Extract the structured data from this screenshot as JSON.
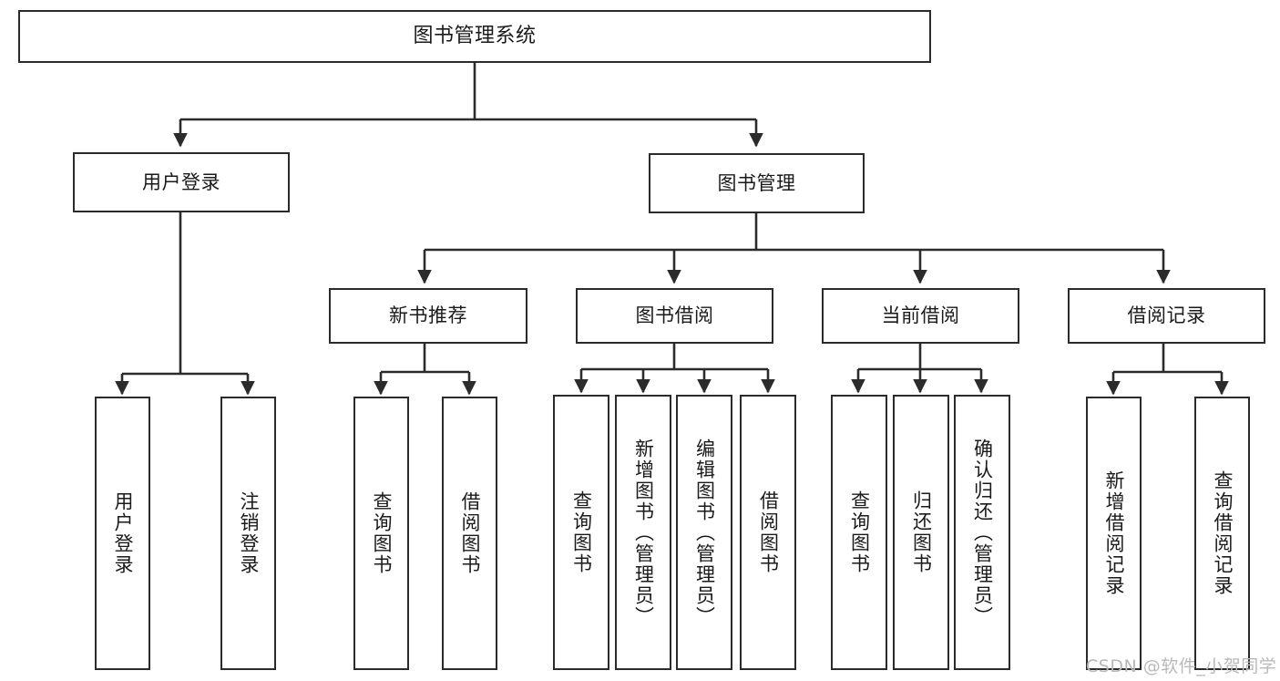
{
  "diagram": {
    "type": "tree-hierarchy",
    "title": "图书管理系统",
    "nodes": {
      "root": {
        "label": "图书管理系统"
      },
      "level2": [
        {
          "id": "user-login",
          "label": "用户登录"
        },
        {
          "id": "book-management",
          "label": "图书管理"
        }
      ],
      "level3": [
        {
          "id": "new-book-recommend",
          "label": "新书推荐"
        },
        {
          "id": "book-borrow",
          "label": "图书借阅"
        },
        {
          "id": "current-borrow",
          "label": "当前借阅"
        },
        {
          "id": "borrow-record",
          "label": "借阅记录"
        }
      ],
      "leaves": [
        {
          "id": "leaf-user-login",
          "label": "用户登录",
          "parent": "user-login"
        },
        {
          "id": "leaf-logout",
          "label": "注销登录",
          "parent": "user-login"
        },
        {
          "id": "leaf-query-book-1",
          "label": "查询图书",
          "parent": "new-book-recommend"
        },
        {
          "id": "leaf-borrow-book-1",
          "label": "借阅图书",
          "parent": "new-book-recommend"
        },
        {
          "id": "leaf-query-book-2",
          "label": "查询图书",
          "parent": "book-borrow"
        },
        {
          "id": "leaf-add-book",
          "label": "新增图书（管理员）",
          "parent": "book-borrow"
        },
        {
          "id": "leaf-edit-book",
          "label": "编辑图书（管理员）",
          "parent": "book-borrow"
        },
        {
          "id": "leaf-borrow-book-2",
          "label": "借阅图书",
          "parent": "book-borrow"
        },
        {
          "id": "leaf-query-book-3",
          "label": "查询图书",
          "parent": "current-borrow"
        },
        {
          "id": "leaf-return-book",
          "label": "归还图书",
          "parent": "current-borrow"
        },
        {
          "id": "leaf-confirm-return",
          "label": "确认归还（管理员）",
          "parent": "current-borrow"
        },
        {
          "id": "leaf-add-record",
          "label": "新增借阅记录",
          "parent": "borrow-record"
        },
        {
          "id": "leaf-query-record",
          "label": "查询借阅记录",
          "parent": "borrow-record"
        }
      ]
    },
    "colors": {
      "stroke": "#2b2b2b",
      "fill": "#ffffff",
      "text": "#1a1a1a",
      "watermark": "#b9b9b9"
    }
  },
  "watermark": {
    "text": "CSDN @软件_小贺同学"
  }
}
